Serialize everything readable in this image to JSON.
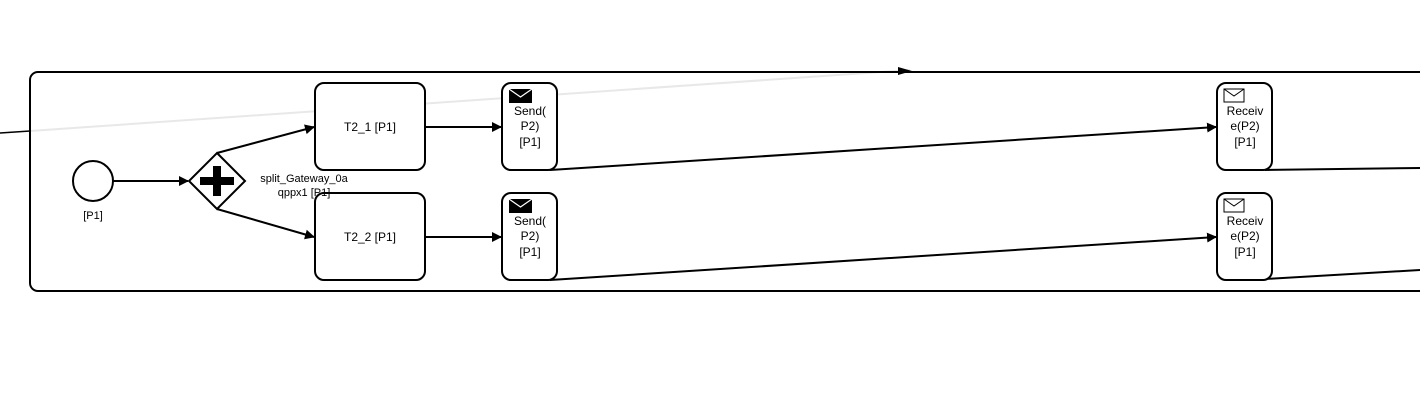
{
  "diagram": {
    "start_event": {
      "label": "[P1]"
    },
    "gateway": {
      "label_line1": "split_Gateway_0a",
      "label_line2": "qppx1 [P1]"
    },
    "tasks": [
      {
        "label": "T2_1 [P1]"
      },
      {
        "label": "T2_2 [P1]"
      }
    ],
    "send_tasks": [
      {
        "line1": "Send(",
        "line2": "P2)",
        "line3": "[P1]"
      },
      {
        "line1": "Send(",
        "line2": "P2)",
        "line3": "[P1]"
      }
    ],
    "receive_tasks": [
      {
        "line1": "Receiv",
        "line2": "e(P2)",
        "line3": "[P1]"
      },
      {
        "line1": "Receiv",
        "line2": "e(P2)",
        "line3": "[P1]"
      }
    ]
  }
}
